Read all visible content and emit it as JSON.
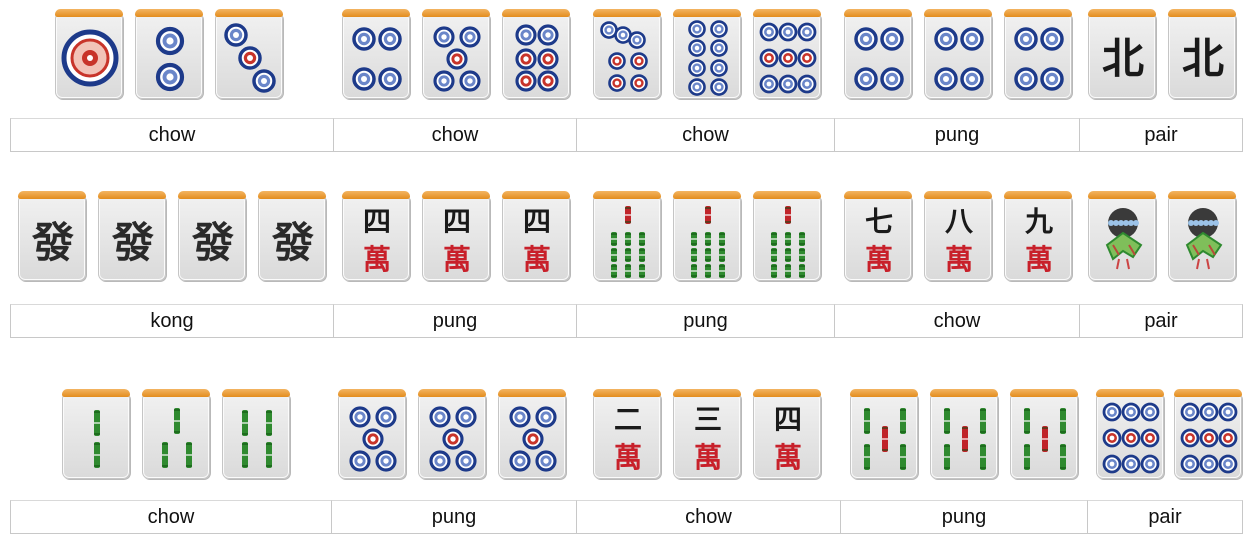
{
  "rows": [
    {
      "tiles": [
        {
          "id": "circle-1"
        },
        {
          "id": "circle-2"
        },
        {
          "id": "circle-3"
        },
        {
          "id": "circle-4"
        },
        {
          "id": "circle-5"
        },
        {
          "id": "circle-6"
        },
        {
          "id": "circle-7"
        },
        {
          "id": "circle-8"
        },
        {
          "id": "circle-9"
        },
        {
          "id": "circle-4"
        },
        {
          "id": "circle-4"
        },
        {
          "id": "circle-4"
        },
        {
          "id": "wind-north",
          "glyph": "北"
        },
        {
          "id": "wind-north",
          "glyph": "北"
        }
      ],
      "labels": [
        "chow",
        "chow",
        "chow",
        "pung",
        "pair"
      ]
    },
    {
      "tiles": [
        {
          "id": "dragon-green",
          "glyph": "發"
        },
        {
          "id": "dragon-green",
          "glyph": "發"
        },
        {
          "id": "dragon-green",
          "glyph": "發"
        },
        {
          "id": "dragon-green",
          "glyph": "發"
        },
        {
          "id": "character-4",
          "number": "四",
          "suit": "萬"
        },
        {
          "id": "character-4",
          "number": "四",
          "suit": "萬"
        },
        {
          "id": "character-4",
          "number": "四",
          "suit": "萬"
        },
        {
          "id": "bamboo-9"
        },
        {
          "id": "bamboo-9"
        },
        {
          "id": "bamboo-9"
        },
        {
          "id": "character-7",
          "number": "七",
          "suit": "萬"
        },
        {
          "id": "character-8",
          "number": "八",
          "suit": "萬"
        },
        {
          "id": "character-9",
          "number": "九",
          "suit": "萬"
        },
        {
          "id": "bamboo-1"
        },
        {
          "id": "bamboo-1"
        }
      ],
      "labels": [
        "kong",
        "pung",
        "pung",
        "chow",
        "pair"
      ]
    },
    {
      "tiles": [
        {
          "id": "bamboo-2"
        },
        {
          "id": "bamboo-3"
        },
        {
          "id": "bamboo-4"
        },
        {
          "id": "circle-5"
        },
        {
          "id": "circle-5"
        },
        {
          "id": "circle-5"
        },
        {
          "id": "character-2",
          "number": "二",
          "suit": "萬"
        },
        {
          "id": "character-3",
          "number": "三",
          "suit": "萬"
        },
        {
          "id": "character-4",
          "number": "四",
          "suit": "萬"
        },
        {
          "id": "bamboo-5"
        },
        {
          "id": "bamboo-5"
        },
        {
          "id": "bamboo-5"
        },
        {
          "id": "circle-9"
        },
        {
          "id": "circle-9"
        }
      ],
      "labels": [
        "chow",
        "pung",
        "chow",
        "pung",
        "pair"
      ]
    }
  ],
  "colors": {
    "tile_top": "#e8972b",
    "circle_blue": "#1d3a8a",
    "circle_red": "#c8342a",
    "bamboo_green": "#2f8a2f",
    "bamboo_red": "#c0242a",
    "character_red": "#c8202a",
    "ink": "#1a1a1a"
  }
}
